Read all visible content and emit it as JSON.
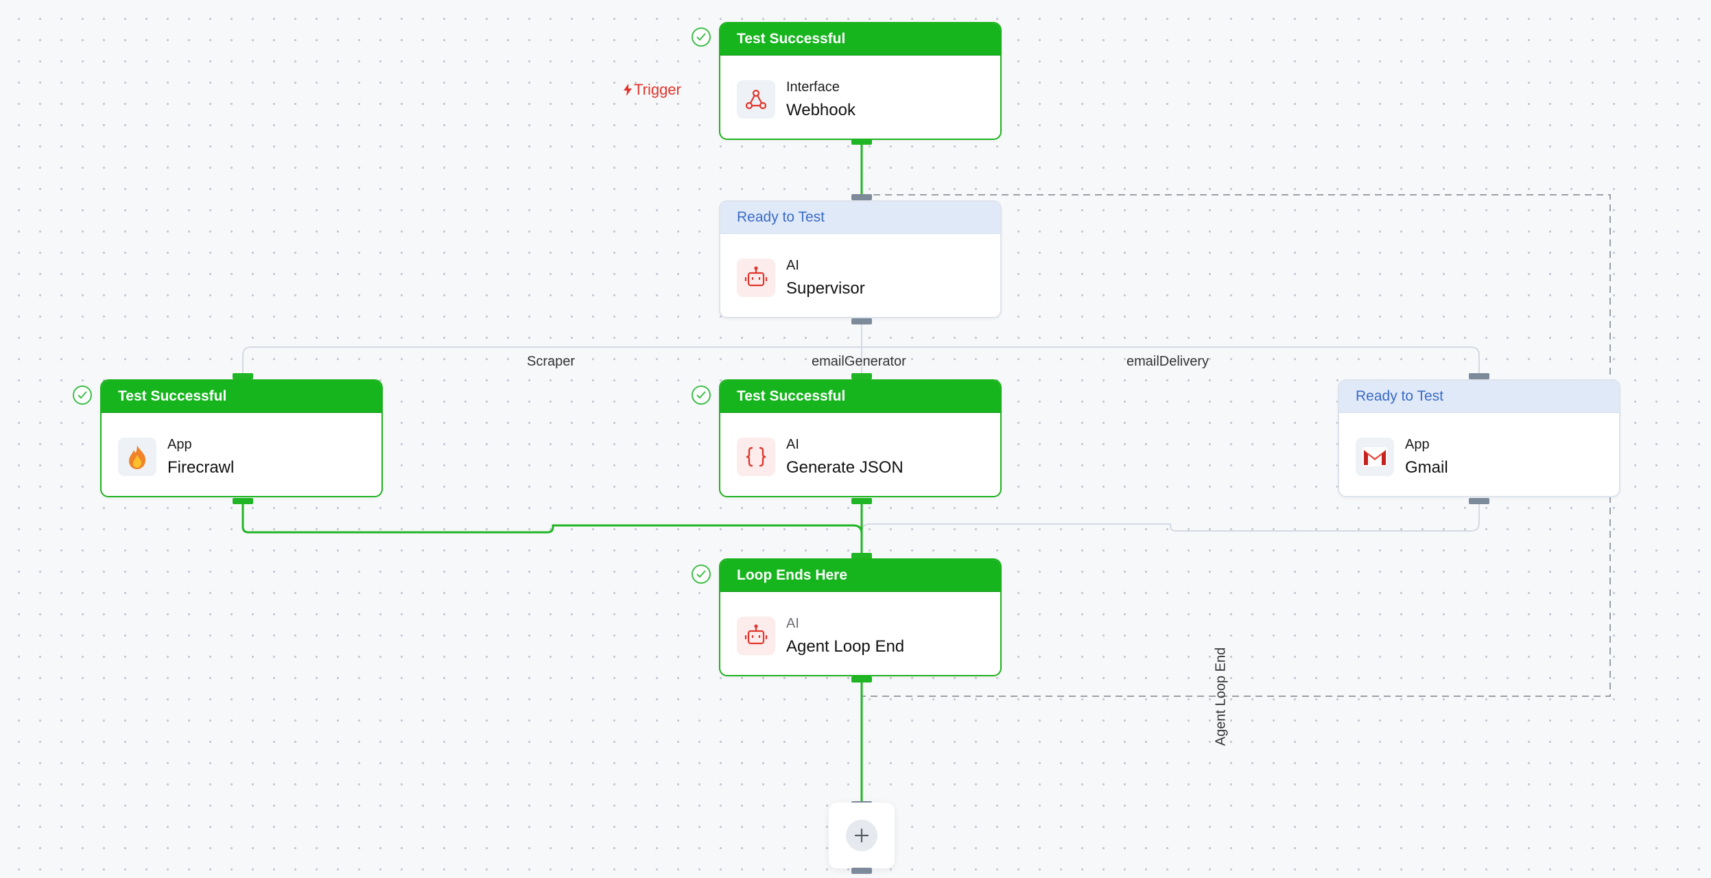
{
  "trigger_label": "Trigger",
  "nodes": {
    "webhook": {
      "status": "Test Successful",
      "category": "Interface",
      "name": "Webhook",
      "icon": "webhook-icon"
    },
    "supervisor": {
      "status": "Ready to Test",
      "category": "AI",
      "name": "Supervisor",
      "icon": "robot-icon"
    },
    "firecrawl": {
      "status": "Test Successful",
      "category": "App",
      "name": "Firecrawl",
      "icon": "fire-icon"
    },
    "generate_json": {
      "status": "Test Successful",
      "category": "AI",
      "name": "Generate JSON",
      "icon": "curly-braces-icon"
    },
    "gmail": {
      "status": "Ready to Test",
      "category": "App",
      "name": "Gmail",
      "icon": "gmail-icon"
    },
    "loop_end": {
      "status": "Loop Ends Here",
      "category": "AI",
      "name": "Agent Loop End",
      "icon": "robot-icon"
    }
  },
  "edge_labels": {
    "scraper": "Scraper",
    "email_generator": "emailGenerator",
    "email_delivery": "emailDelivery",
    "agent_loop_end": "Agent Loop End"
  },
  "colors": {
    "success_green": "#16b51e",
    "ready_blue_bg": "#e0e9f7",
    "ready_blue_text": "#3a6bc6",
    "trigger_red": "#e0352b"
  }
}
